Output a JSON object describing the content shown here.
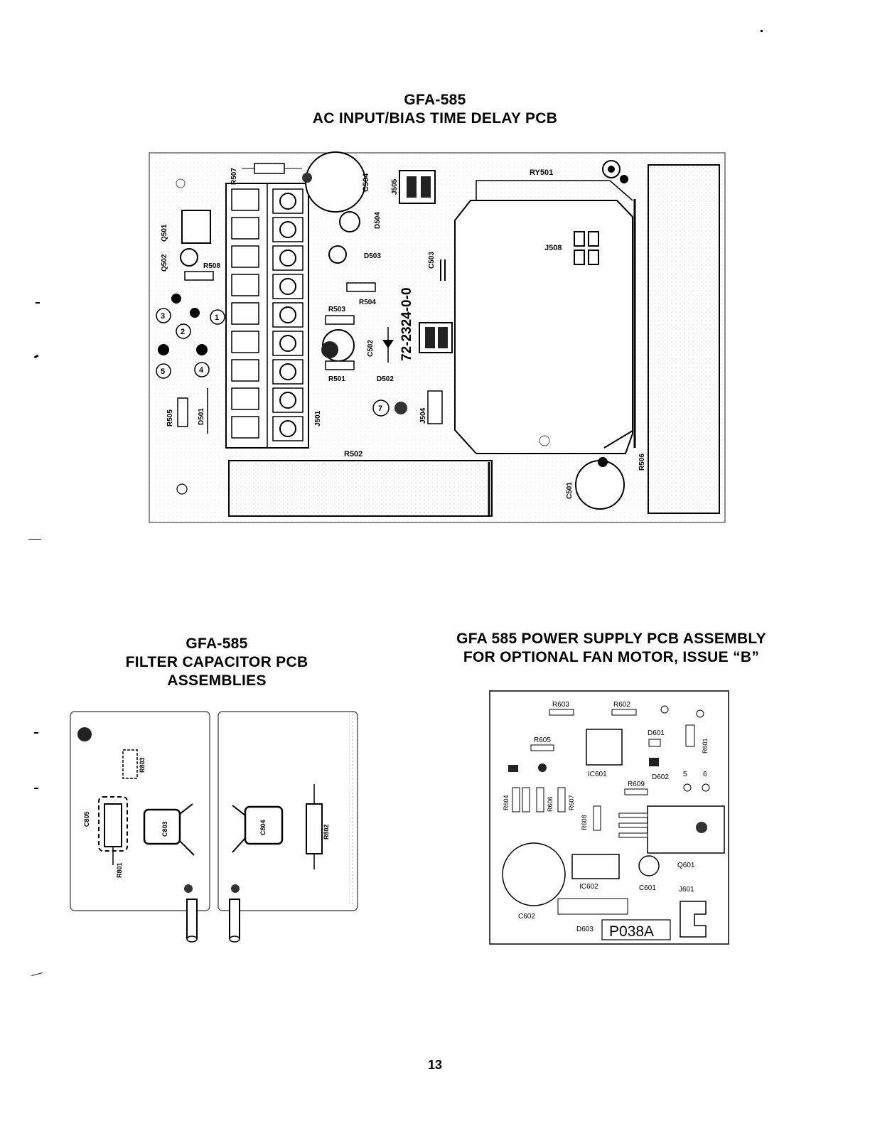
{
  "page": {
    "number": "13"
  },
  "pcb1": {
    "title_line1": "GFA-585",
    "title_line2": "AC INPUT/BIAS TIME DELAY PCB",
    "labels": {
      "r507": "R507",
      "c504": "C504",
      "j505": "J505",
      "ry501": "RY501",
      "d504": "D504",
      "q501": "Q501",
      "q502": "Q502",
      "r508": "R508",
      "d503": "D503",
      "c503": "C503",
      "j508": "J508",
      "r504": "R504",
      "r503": "R503",
      "c502": "C502",
      "part_no": "72-2324-0-0",
      "r501": "R501",
      "d502": "D502",
      "r505": "R505",
      "d501": "D501",
      "j501": "J501",
      "j504": "J504",
      "r502": "R502",
      "c501": "C501",
      "r506": "R506",
      "n1": "1",
      "n2": "2",
      "n3": "3",
      "n4": "4",
      "n5": "5",
      "n7": "7"
    }
  },
  "pcb2": {
    "title_line1": "GFA-585",
    "title_line2": "FILTER CAPACITOR PCB",
    "title_line3": "ASSEMBLIES",
    "labels": {
      "r803": "R803",
      "c805": "C805",
      "c803": "C803",
      "r801": "R801",
      "c804": "C804",
      "r802": "R802"
    }
  },
  "pcb3": {
    "title_line1": "GFA 585 POWER SUPPLY PCB ASSEMBLY",
    "title_line2": "FOR OPTIONAL FAN MOTOR, ISSUE “B”",
    "labels": {
      "r603": "R603",
      "r602": "R602",
      "d601": "D601",
      "r601": "R601",
      "r605": "R605",
      "ic601": "IC601",
      "d602": "D602",
      "n5": "5",
      "n6": "6",
      "r609": "R609",
      "r604": "R604",
      "r606": "R606",
      "r607": "R607",
      "r608": "R608",
      "q601": "Q601",
      "ic602": "IC602",
      "c601": "C601",
      "j601": "J601",
      "c602": "C602",
      "d603": "D603",
      "stamp": "P038A"
    }
  }
}
